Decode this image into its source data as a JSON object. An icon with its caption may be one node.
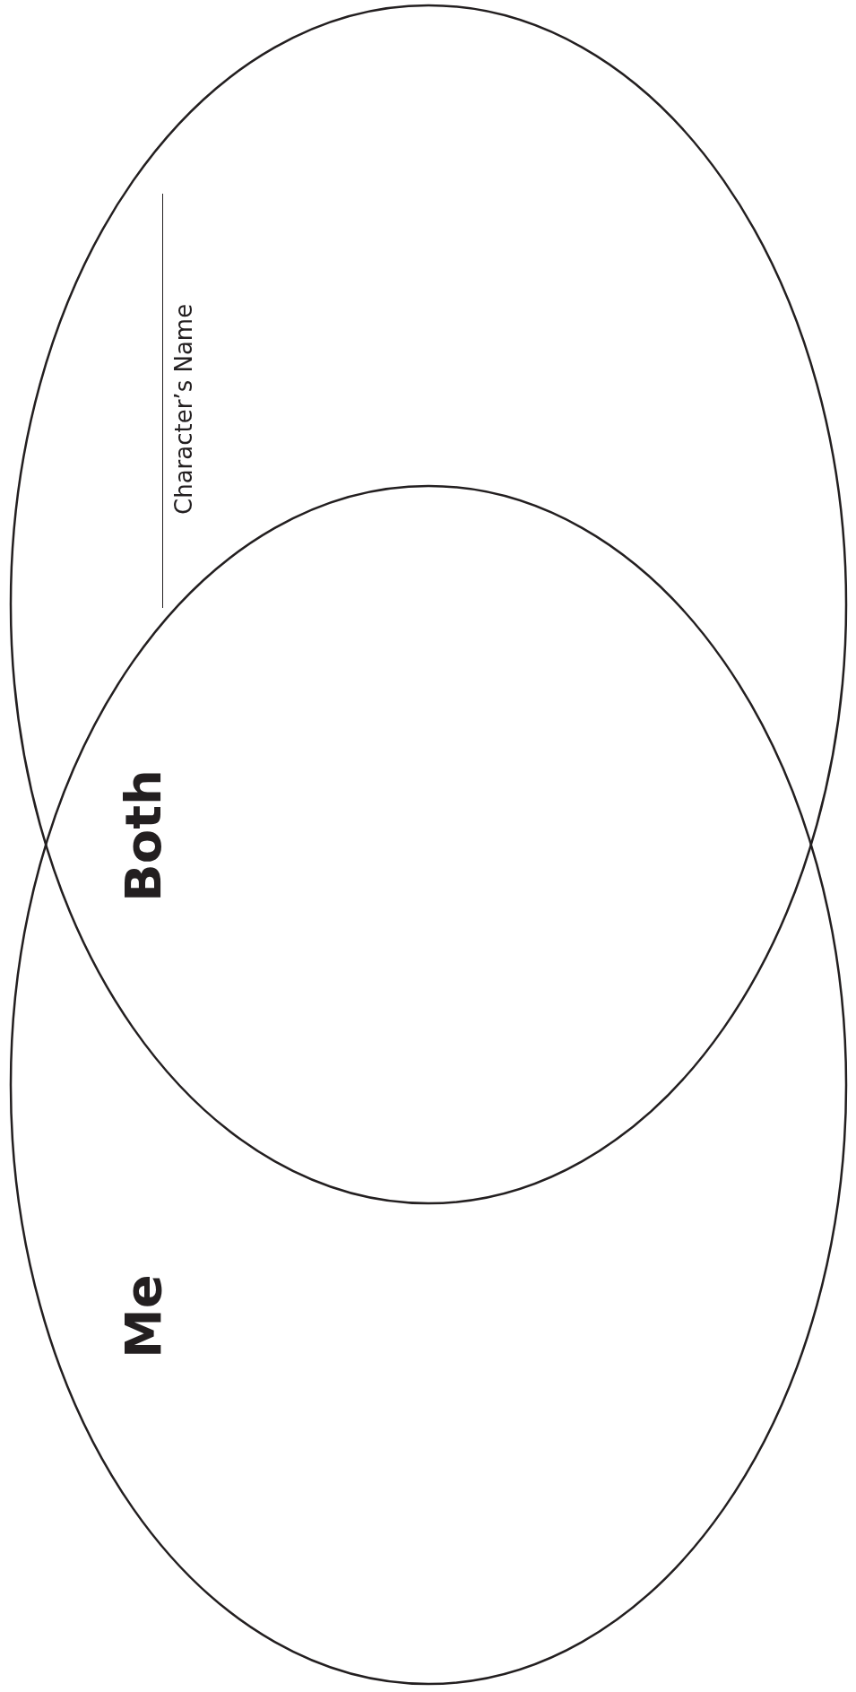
{
  "diagram": {
    "nodes": [
      {
        "text": [
          "Character’s Name"
        ]
      },
      {
        "text": [
          "Me"
        ]
      }
    ],
    "labels": [
      "Both"
    ]
  }
}
